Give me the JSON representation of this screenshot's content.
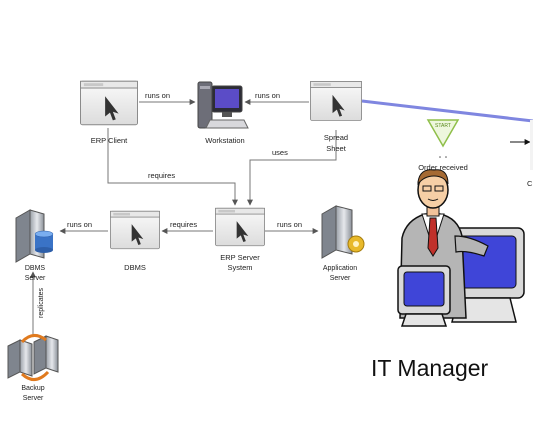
{
  "nodes": {
    "erp_client": "ERP Client",
    "workstation": "Workstation",
    "spread_sheet_1": "Spread",
    "spread_sheet_2": "Sheet",
    "erp_server_1": "ERP Server",
    "erp_server_2": "System",
    "dbms": "DBMS",
    "dbms_server_1": "DBMS",
    "dbms_server_2": "Server",
    "app_server_1": "Application",
    "app_server_2": "Server",
    "backup_server_1": "Backup",
    "backup_server_2": "Server"
  },
  "edges": {
    "runs_on_1": "runs on",
    "runs_on_2": "runs on",
    "requires_1": "requires",
    "uses": "uses",
    "requires_2": "requires",
    "runs_on_3": "runs on",
    "runs_on_4": "runs on",
    "replicates": "replicates"
  },
  "process": {
    "start": "START",
    "order_received": "Order received",
    "cut_label": "C"
  },
  "manager": {
    "label": "IT Manager"
  },
  "colors": {
    "highlight_line": "#7f86e0",
    "monitor_screen": "#3f45d8",
    "tie": "#c0302a",
    "start_event": "#8fbf4a"
  }
}
